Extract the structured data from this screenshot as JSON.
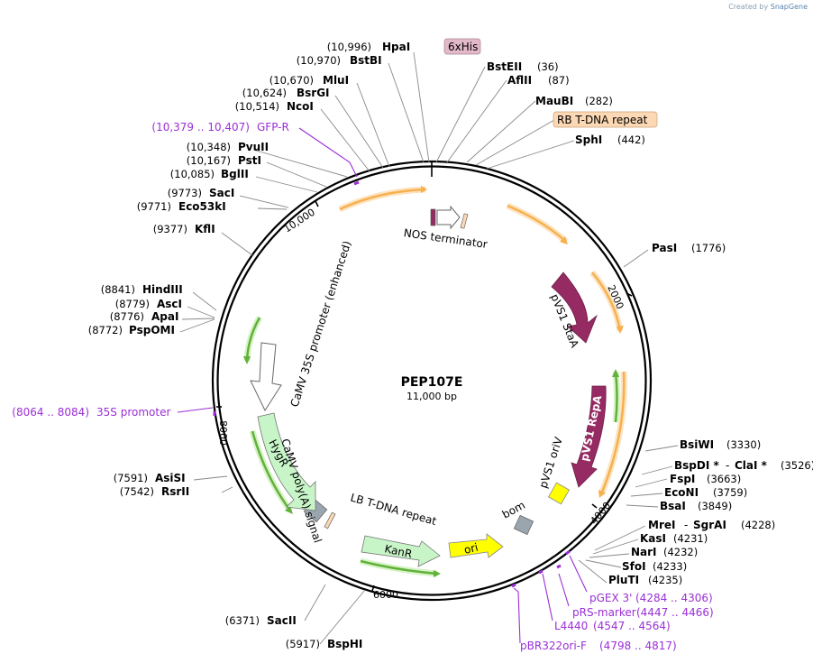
{
  "plasmid": {
    "name": "PEP107E",
    "size": "11,000 bp"
  },
  "credit": {
    "prefix": "Created by",
    "brand": "SnapGene"
  },
  "ticks": [
    "2000",
    "4000",
    "6000",
    "8000",
    "10,000"
  ],
  "sites": [
    {
      "name": "HpaI",
      "pos": "(10,996)"
    },
    {
      "name": "BstBI",
      "pos": "(10,970)"
    },
    {
      "name": "MluI",
      "pos": "(10,670)"
    },
    {
      "name": "BsrGI",
      "pos": "(10,624)"
    },
    {
      "name": "NcoI",
      "pos": "(10,514)"
    },
    {
      "name": "PvuII",
      "pos": "(10,348)"
    },
    {
      "name": "PstI",
      "pos": "(10,167)"
    },
    {
      "name": "BglII",
      "pos": "(10,085)"
    },
    {
      "name": "SacI",
      "pos": "(9773)"
    },
    {
      "name": "Eco53kI",
      "pos": "(9771)"
    },
    {
      "name": "KflI",
      "pos": "(9377)"
    },
    {
      "name": "HindIII",
      "pos": "(8841)"
    },
    {
      "name": "AscI",
      "pos": "(8779)"
    },
    {
      "name": "ApaI",
      "pos": "(8776)"
    },
    {
      "name": "PspOMI",
      "pos": "(8772)"
    },
    {
      "name": "AsiSI",
      "pos": "(7591)"
    },
    {
      "name": "RsrII",
      "pos": "(7542)"
    },
    {
      "name": "SacII",
      "pos": "(6371)"
    },
    {
      "name": "BspHI",
      "pos": "(5917)"
    },
    {
      "name": "BstEII",
      "pos": "(36)"
    },
    {
      "name": "AflII",
      "pos": "(87)"
    },
    {
      "name": "MauBI",
      "pos": "(282)"
    },
    {
      "name": "SphI",
      "pos": "(442)"
    },
    {
      "name": "PasI",
      "pos": "(1776)"
    },
    {
      "name": "BsiWI",
      "pos": "(3330)"
    },
    {
      "name": "BspDI *",
      "name2": "ClaI *",
      "pos": "(3526)"
    },
    {
      "name": "FspI",
      "pos": "(3663)"
    },
    {
      "name": "EcoNI",
      "pos": "(3759)"
    },
    {
      "name": "BsaI",
      "pos": "(3849)"
    },
    {
      "name": "MreI",
      "name2": "SgrAI",
      "pos": "(4228)"
    },
    {
      "name": "KasI",
      "pos": "(4231)"
    },
    {
      "name": "NarI",
      "pos": "(4232)"
    },
    {
      "name": "SfoI",
      "pos": "(4233)"
    },
    {
      "name": "PluTI",
      "pos": "(4235)"
    }
  ],
  "primers": [
    {
      "range": "(10,379 .. 10,407)",
      "name": "GFP-R"
    },
    {
      "range": "(8064 .. 8084)",
      "name": "35S promoter"
    },
    {
      "name": "pGEX 3'",
      "range": "(4284 .. 4306)"
    },
    {
      "name": "pRS-marker",
      "range": "(4447 .. 4466)"
    },
    {
      "name": "L4440",
      "range": "(4547 .. 4564)"
    },
    {
      "name": "pBR322ori-F",
      "range": "(4798 .. 4817)"
    }
  ],
  "boxed_features": [
    {
      "name": "6xHis",
      "color": "#e3b8c8"
    },
    {
      "name": "RB T-DNA repeat",
      "color": "#fcd9b4"
    }
  ],
  "features": [
    {
      "name": "NOS terminator"
    },
    {
      "name": "pVS1 StaA"
    },
    {
      "name": "pVS1 RepA"
    },
    {
      "name": "pVS1 oriV"
    },
    {
      "name": "bom"
    },
    {
      "name": "ori"
    },
    {
      "name": "KanR"
    },
    {
      "name": "LB T-DNA repeat"
    },
    {
      "name": "HygR"
    },
    {
      "name": "CaMV poly(A) signal"
    },
    {
      "name": "CaMV 35S promoter (enhanced)"
    }
  ],
  "colors": {
    "backbone": "#000000",
    "primer": "#9a2fd6",
    "orf": "#f6b04d",
    "marker": "#61b13a",
    "staA": "#962a63",
    "repA": "#962a63",
    "oriV": "#ffff00",
    "ori": "#ffff00",
    "kanR": "#c8f5c8",
    "hygR": "#c8f5c8",
    "bom": "#9aa5ae",
    "promoter": "#ffffff"
  }
}
